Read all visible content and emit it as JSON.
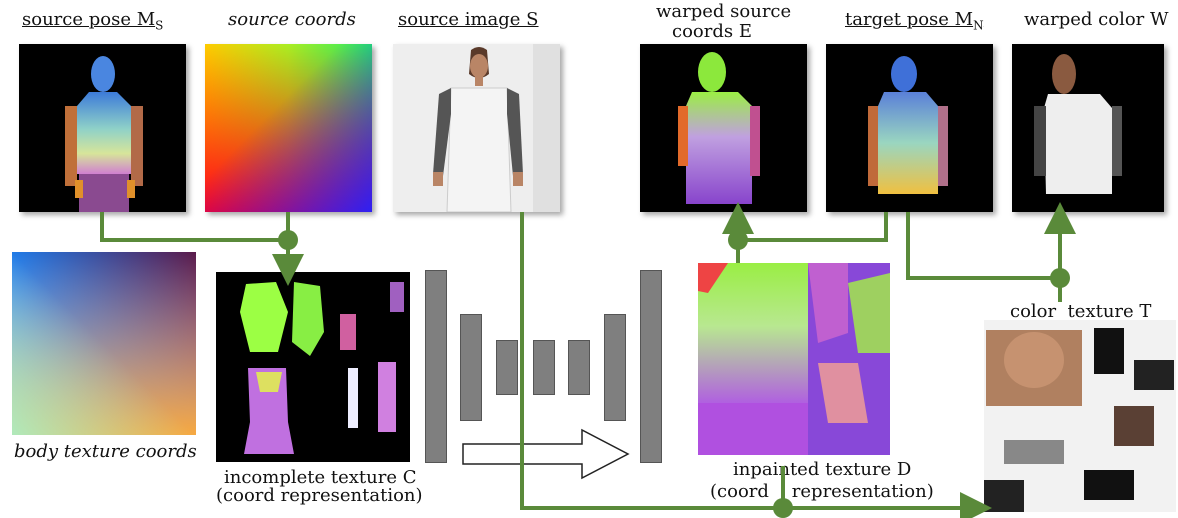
{
  "labels": {
    "source_pose": "source pose M",
    "source_pose_sub": "S",
    "source_coords": "source coords",
    "source_image": "source image S",
    "warped_source_1": "warped source",
    "warped_source_2": "coords E",
    "target_pose": "target pose M",
    "target_pose_sub": "N",
    "warped_color": "warped color W",
    "body_texture_coords": "body texture coords",
    "incomplete_1": "incomplete texture C",
    "incomplete_2": "(coord representation)",
    "inpainted_1": "inpainted texture D",
    "inpainted_2": "(coord    representation)",
    "color_texture": "color  texture T"
  },
  "colors": {
    "connector": "#5a8a3a",
    "network_block": "#7f7f7f",
    "background": "#ffffff"
  },
  "icons": {
    "arrow": "right-arrow-icon"
  }
}
